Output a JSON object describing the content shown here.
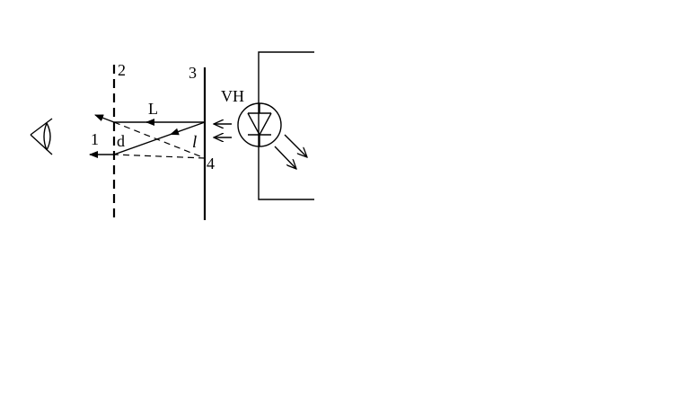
{
  "labels": {
    "plane_2": "2",
    "plane_3": "3",
    "point_1": "1",
    "point_4": "4",
    "length_L": "L",
    "distance_d": "d",
    "length_l": "l",
    "diode": "VH"
  },
  "icons": {
    "eye": "eye-icon",
    "diode": "photodiode-icon"
  },
  "colors": {
    "line": "#000000",
    "background": "#ffffff"
  }
}
